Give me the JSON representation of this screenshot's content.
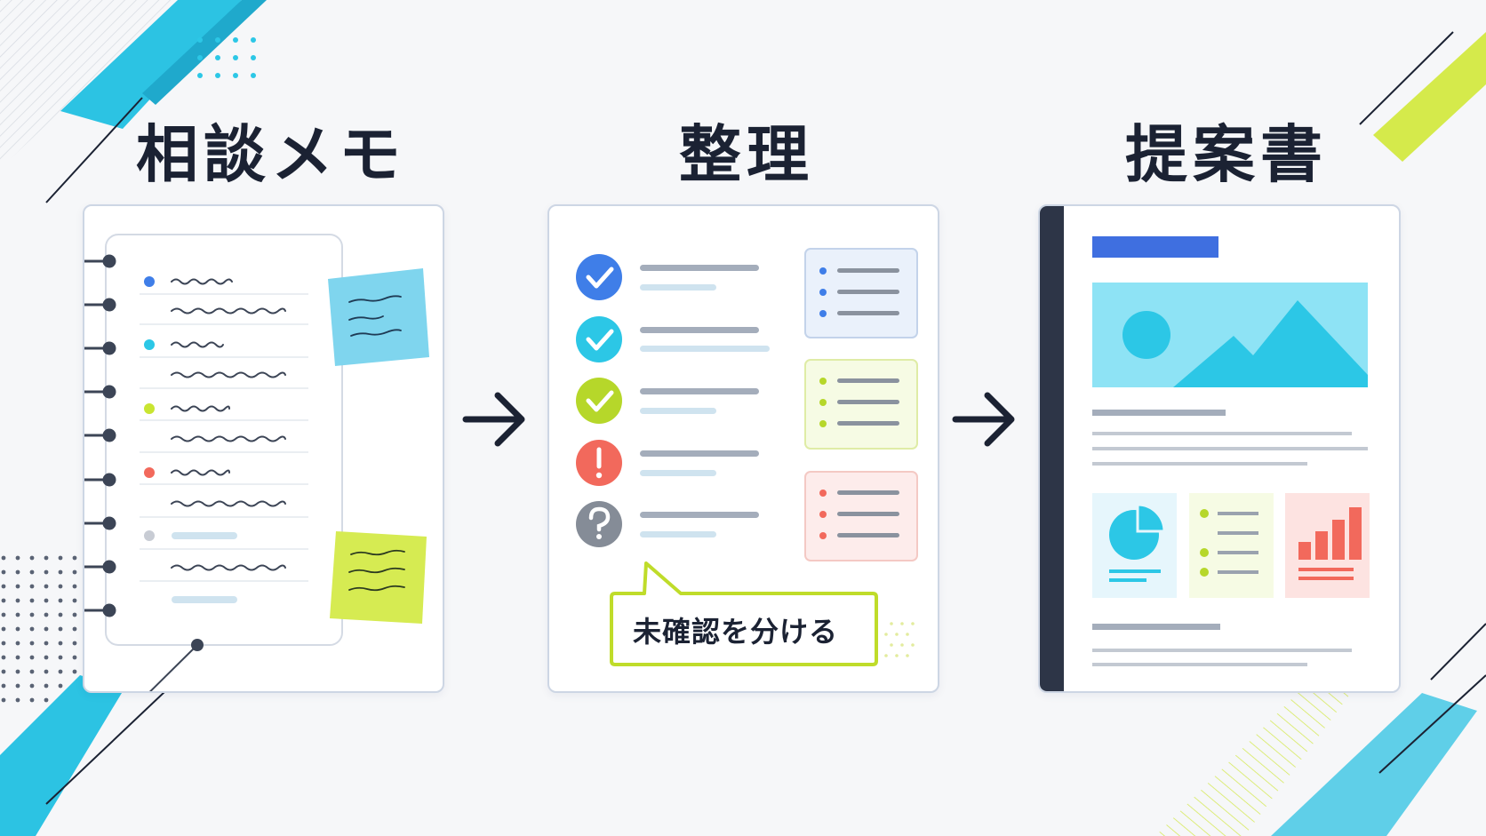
{
  "stages": [
    {
      "title": "相談メモ"
    },
    {
      "title": "整理"
    },
    {
      "title": "提案書"
    }
  ],
  "callout": {
    "text": "未確認を分ける"
  },
  "colors": {
    "blue": "#3f7ee8",
    "cyan": "#2cc7e6",
    "lime": "#c9e531",
    "red": "#f2695c",
    "gray": "#8a919c",
    "navy": "#1b2233"
  },
  "checklist_status": [
    "check-blue",
    "check-cyan",
    "check-lime",
    "exclamation-red",
    "question-gray"
  ],
  "icons": [
    "arrow-right-icon",
    "check-icon",
    "exclamation-icon",
    "question-icon",
    "pie-chart-icon",
    "bar-chart-icon",
    "image-icon"
  ]
}
